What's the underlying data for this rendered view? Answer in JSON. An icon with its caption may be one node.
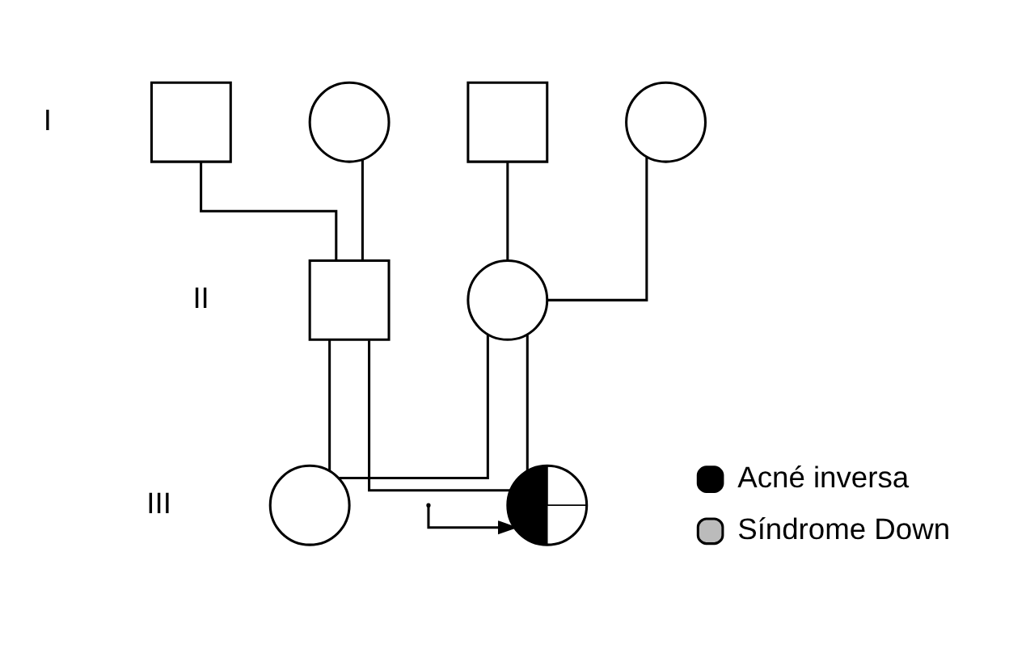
{
  "diagram": {
    "nodes": [
      {
        "text": [],
        "shape": "box"
      },
      {
        "text": [],
        "shape": "circle"
      },
      {
        "text": [],
        "shape": "box"
      },
      {
        "text": [],
        "shape": "circle"
      },
      {
        "text": [],
        "shape": "box"
      },
      {
        "text": [],
        "shape": "circle"
      },
      {
        "text": [],
        "shape": "circle"
      },
      {
        "text": [],
        "shape": "circle"
      }
    ],
    "edges": [
      {
        "from": 0,
        "to": 4,
        "arrow": "none"
      },
      {
        "from": 1,
        "to": 4,
        "arrow": "none"
      },
      {
        "from": 2,
        "to": 5,
        "arrow": "none"
      },
      {
        "from": 3,
        "to": 5,
        "arrow": "none"
      },
      {
        "from": 4,
        "to": 6,
        "arrow": "none"
      },
      {
        "from": 4,
        "to": 7,
        "arrow": "none"
      },
      {
        "from": 5,
        "to": 6,
        "arrow": "none"
      },
      {
        "from": 5,
        "to": 7,
        "arrow": "none"
      },
      {
        "from": null,
        "to": 7,
        "arrow": "to"
      }
    ],
    "labels": [
      "I",
      "II",
      "III"
    ],
    "legend": [
      {
        "text": "Acné inversa"
      },
      {
        "text": "Síndrome Down"
      }
    ]
  }
}
